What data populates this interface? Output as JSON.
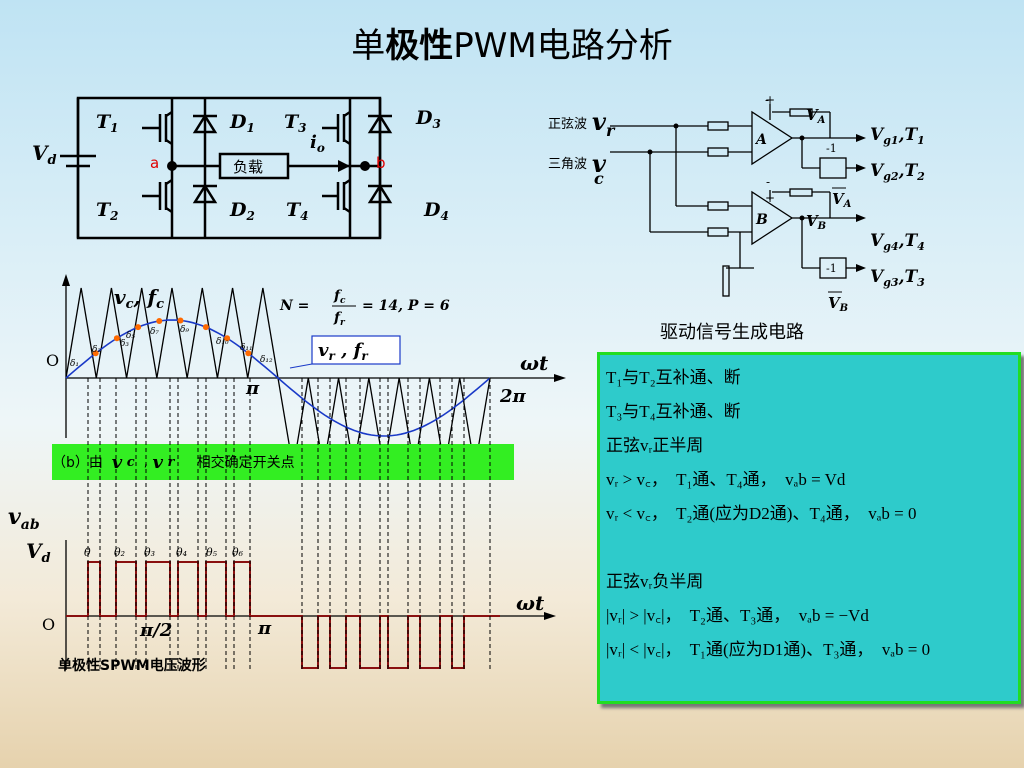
{
  "title": {
    "main": "单极性PWM电路分析",
    "bold_part": "极性"
  },
  "bridge": {
    "vd": "V",
    "vd_sub": "d",
    "t1": "T",
    "t1_sub": "1",
    "t2": "T",
    "t2_sub": "2",
    "t3": "T",
    "t3_sub": "3",
    "t4": "T",
    "t4_sub": "4",
    "d1": "D",
    "d1_sub": "1",
    "d2": "D",
    "d2_sub": "2",
    "d3": "D",
    "d3_sub": "3",
    "d4": "D",
    "d4_sub": "4",
    "load": "负载",
    "node_a": "a",
    "node_b": "b",
    "io": "i",
    "io_sub": "o"
  },
  "drive": {
    "sine_label": "正弦波",
    "tri_label": "三角波",
    "vr": "v",
    "vr_sub": "r",
    "vc": "v",
    "vc_sub": "c",
    "comp_a": "A",
    "comp_b": "B",
    "va": "V",
    "va_sub": "A",
    "vb": "V",
    "vb_sub": "B",
    "va_bar": "V",
    "va_bar_sub": "A",
    "vb_bar": "V",
    "vb_bar_sub": "B",
    "inv": "-1",
    "plus": "+",
    "minus": "-",
    "out1": "V",
    "out1_sub": "g1",
    "out1_t": ",T",
    "out1_t_sub": "1",
    "out2": "V",
    "out2_sub": "g2",
    "out2_t": ",T",
    "out2_t_sub": "2",
    "out3": "V",
    "out3_sub": "g4",
    "out3_t": ",T",
    "out3_t_sub": "4",
    "out4": "V",
    "out4_sub": "g3",
    "out4_t": ",T",
    "out4_t_sub": "3",
    "caption": "驱动信号生成电路"
  },
  "carrier_plot": {
    "vc_fc": "v",
    "vc_sub": "c",
    "fc": ", f",
    "fc_sub": "c",
    "formula_n": "N =",
    "formula_num": "f",
    "formula_num_sub": "c",
    "formula_den": "f",
    "formula_den_sub": "r",
    "formula_rest": "= 14, P = 6",
    "vr_fr": "v",
    "vr_sub": "r",
    "fr": " , f",
    "fr_sub": "r",
    "origin": "O",
    "wt": "ωt",
    "pi": "π",
    "two_pi": "2π",
    "deltas": [
      "δ₁",
      "δ₂",
      "δ₃",
      "δ₅",
      "δ₇",
      "δ₉",
      "δ₁₀",
      "δ₁₁",
      "δ₁₂"
    ],
    "n_carriers": 14
  },
  "green_label": {
    "part1": "（b）由  ",
    "v": "v",
    "c": " c",
    "comma": "  , ",
    "v2": "v",
    "r": " r",
    "part2": "     相交确定开关点"
  },
  "output_plot": {
    "vab": "v",
    "vab_sub": "ab",
    "vd": "V",
    "vd_sub": "d",
    "origin": "O",
    "wt": "ωt",
    "half_pi": "π/2",
    "pi": "π",
    "thetas": [
      "θ",
      "θ₂",
      "θ₃",
      "θ₄",
      "θ₅",
      "θ₆"
    ],
    "caption": "单极性SPWM电压波形"
  },
  "analysis": {
    "lines": [
      "T₁与T₂互补通、断",
      "T₃与T₄互补通、断",
      "正弦vᵣ正半周",
      "vᵣ > v꜀，  T₁通、T₄通，  vₐb = Vd",
      "vᵣ < v꜀，  T₂通(应为D2通)、T₄通，  vₐb = 0",
      "",
      "正弦vᵣ负半周",
      "|vᵣ| > |v꜀|，  T₂通、T₃通，  vₐb = −Vd",
      "|vᵣ| < |v꜀|，  T₁通(应为D1通)、T₃通，  vₐb = 0"
    ]
  }
}
